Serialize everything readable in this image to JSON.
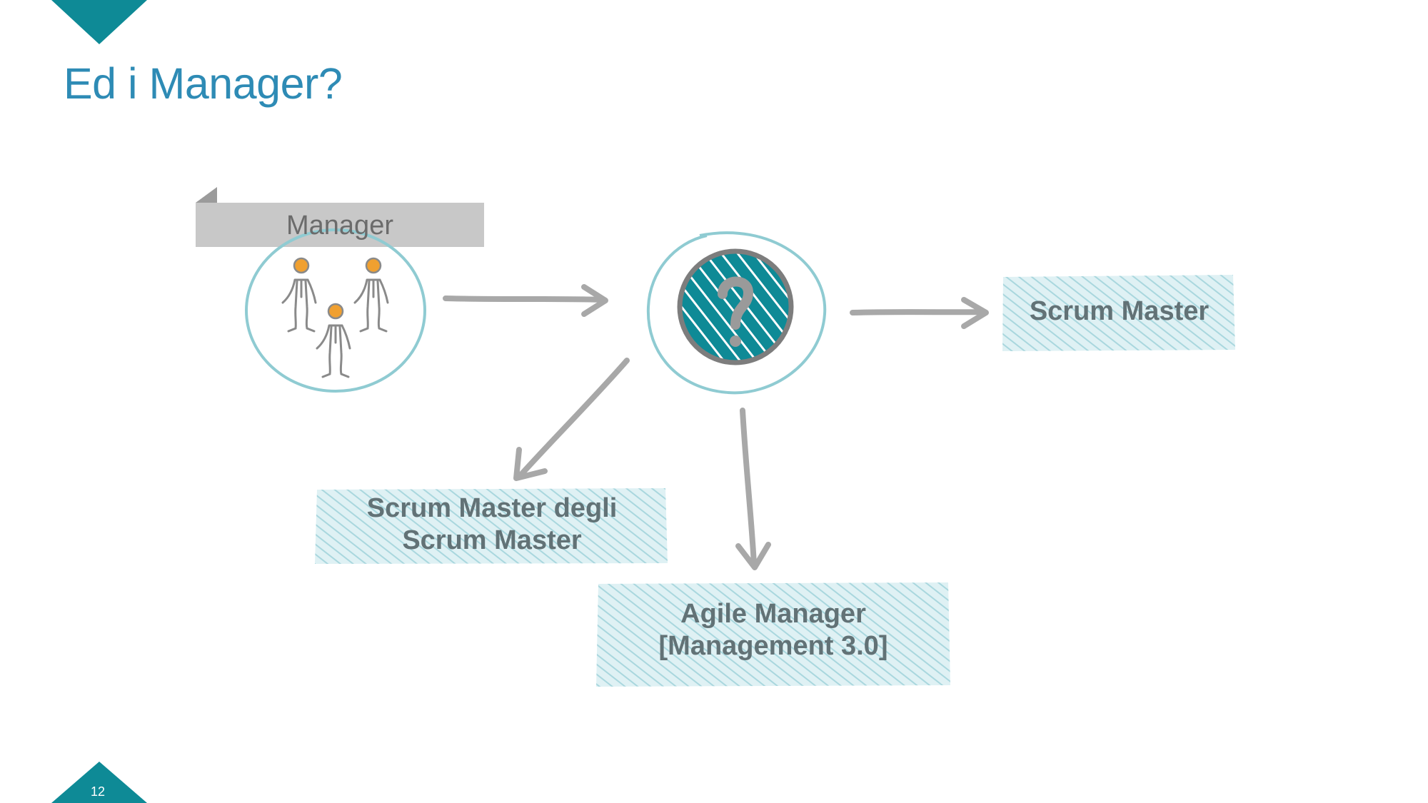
{
  "slide": {
    "title": "Ed i Manager?",
    "page_number": "12"
  },
  "diagram": {
    "source_label": "Manager",
    "outcomes": {
      "scrum_master": "Scrum Master",
      "scrum_master_of_scrum_masters": {
        "line1": "Scrum Master degli",
        "line2": "Scrum Master"
      },
      "agile_manager": {
        "line1": "Agile Manager",
        "line2": "[Management 3.0]"
      }
    }
  },
  "colors": {
    "accent": "#0e8a96",
    "title": "#2e8bb5",
    "ribbon": "#c8c8c8",
    "hatch": "#b9dfe5",
    "circle": "#8fcbd2",
    "arrow": "#a8a8a8",
    "text": "#627276",
    "head": "#f0a030"
  }
}
